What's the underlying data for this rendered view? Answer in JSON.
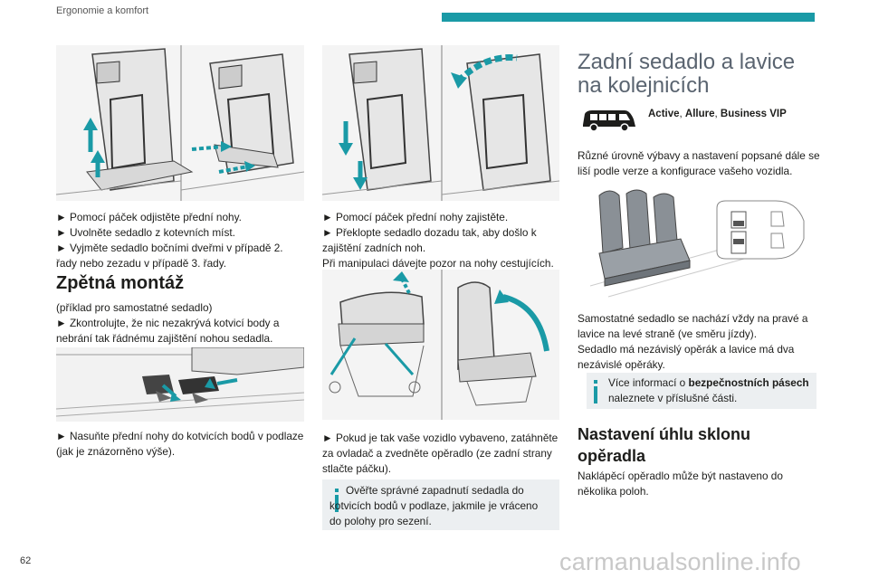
{
  "header": {
    "section": "Ergonomie a komfort",
    "accent": "#1a9aa6"
  },
  "page_number": "62",
  "watermark": "carmanualsonline.info",
  "col1": {
    "bullets": [
      "► Pomocí páček odjistěte přední nohy.",
      "► Uvolněte sedadlo z kotevních míst.",
      "► Vyjměte sedadlo bočními dveřmi v případě 2. řady nebo zezadu v případě 3. řady."
    ],
    "heading": "Zpětná montáž",
    "intro1": "(příklad pro samostatné sedadlo)",
    "intro2": "► Zkontrolujte, že nic nezakrývá kotvicí body a nebrání tak řádnému zajištění nohou sedadla.",
    "after_fig": "► Nasuňte přední nohy do kotvicích bodů v podlaze (jak je znázorněno výše)."
  },
  "col2": {
    "bullets": [
      "► Pomocí páček přední nohy zajistěte.",
      "► Překlopte sedadlo dozadu tak, aby došlo k zajištění zadních noh.",
      "Při manipulaci dávejte pozor na nohy cestujících."
    ],
    "after_fig": "► Pokud je tak vaše vozidlo vybaveno, zatáhněte za ovladač a zvedněte opěradlo (ze zadní strany stlačte páčku).",
    "info": "Ověřte správné zapadnutí sedadla do kotvicích bodů v podlaze, jakmile je vráceno do polohy pro sezení."
  },
  "col3": {
    "title": "Zadní sedadlo a lavice na kolejnicích",
    "versions": "Active, Allure, Business VIP",
    "versions_parts": [
      "Active",
      ", ",
      "Allure",
      ", ",
      "Business VIP"
    ],
    "para1": "Různé úrovně výbavy a nastavení popsané dále se liší podle verze a konfigurace vašeho vozidla.",
    "para2": "Samostatné sedadlo se nachází vždy na pravé a lavice na levé straně (ve směru jízdy).",
    "para3": "Sedadlo má nezávislý opěrák a lavice má dva nezávislé opěráky.",
    "info_prefix": "Více informací o ",
    "info_bold": "bezpečnostních pásech",
    "info_suffix": " naleznete v příslušné části.",
    "subtitle": "Nastavení úhlu sklonu opěradla",
    "para4": "Naklápěcí opěradlo může být nastaveno do několika poloh."
  }
}
